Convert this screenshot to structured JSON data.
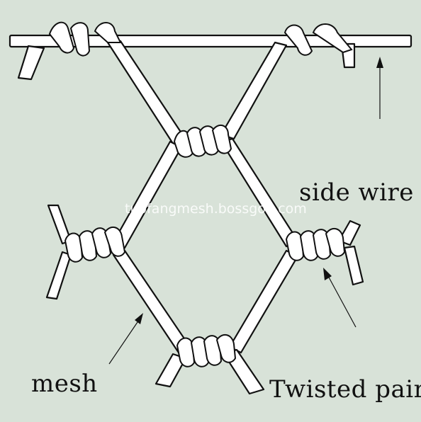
{
  "labels": {
    "side_wire": "side wire",
    "mesh": "mesh",
    "twisted_pair": "Twisted pair"
  },
  "watermark": "tuofangmesh.bossgoo.com",
  "colors": {
    "background": "#d8e2d8",
    "wire_fill": "#ffffff",
    "outline": "#111111"
  }
}
